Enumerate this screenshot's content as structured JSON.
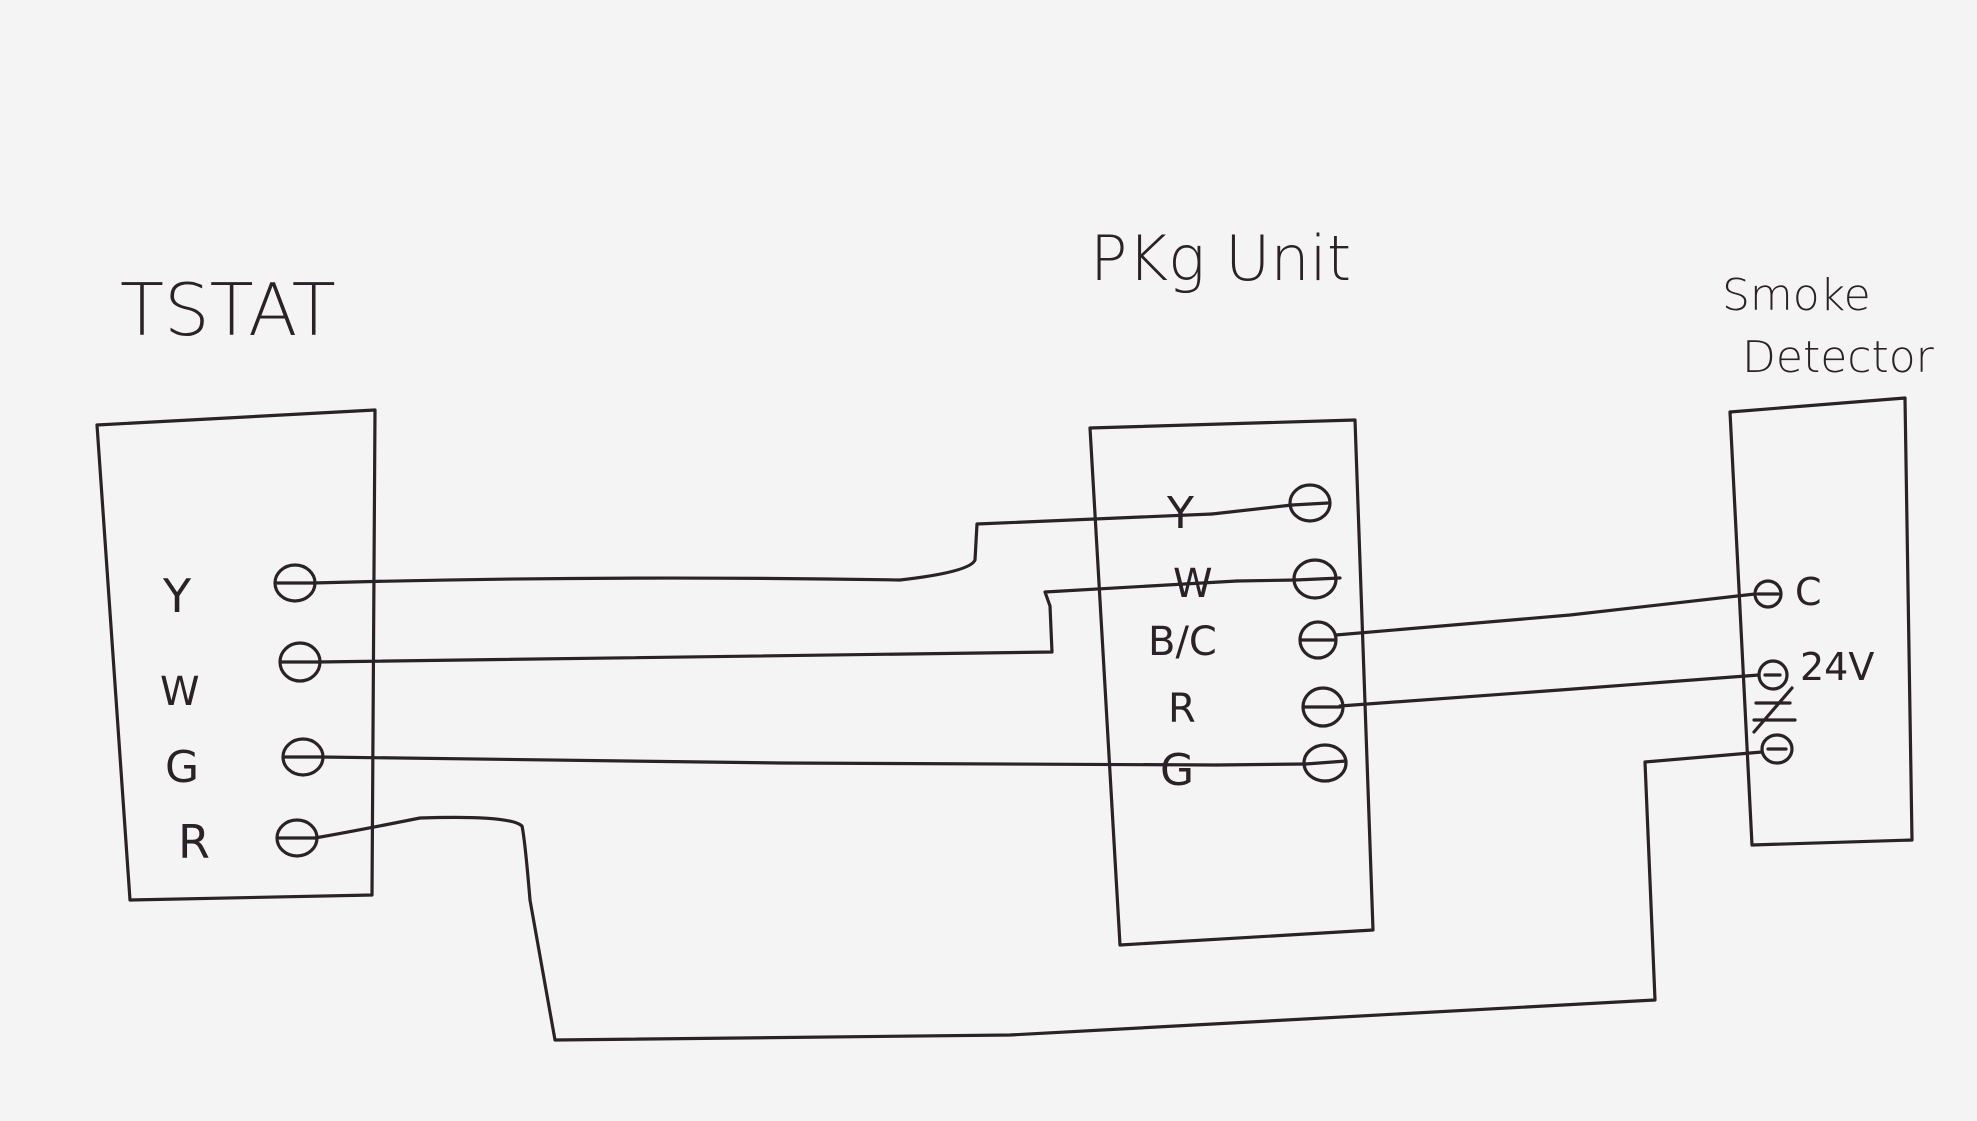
{
  "title": "Thermostat / Package Unit / Smoke Detector Wiring Diagram (hand-drawn)",
  "components": {
    "tstat": {
      "title": "TSTAT",
      "terminals": [
        "Y",
        "W",
        "G",
        "R"
      ]
    },
    "pkg_unit": {
      "title": "PKg Unit",
      "terminals": [
        "Y",
        "W",
        "B/C",
        "R",
        "G"
      ]
    },
    "smoke_detector": {
      "title_line1": "Smoke",
      "title_line2": "Detector",
      "terminals": [
        "C",
        "24V",
        ""
      ],
      "labels": {
        "c": "C",
        "v24": "24V"
      }
    }
  },
  "connections": [
    {
      "from": "TSTAT.Y",
      "to": "PKg Unit.Y"
    },
    {
      "from": "TSTAT.W",
      "to": "PKg Unit.W"
    },
    {
      "from": "TSTAT.G",
      "to": "PKg Unit.G"
    },
    {
      "from": "TSTAT.R",
      "to": "Smoke Detector.relay contact (normally closed)"
    },
    {
      "from": "PKg Unit.B/C",
      "to": "Smoke Detector.C"
    },
    {
      "from": "PKg Unit.R",
      "to": "Smoke Detector.24V"
    }
  ],
  "labels": {
    "tstat": {
      "y": "Y",
      "w": "W",
      "g": "G",
      "r": "R"
    },
    "pkg": {
      "y": "Y",
      "w": "W",
      "bc": "B/C",
      "r": "R",
      "g": "G"
    }
  }
}
